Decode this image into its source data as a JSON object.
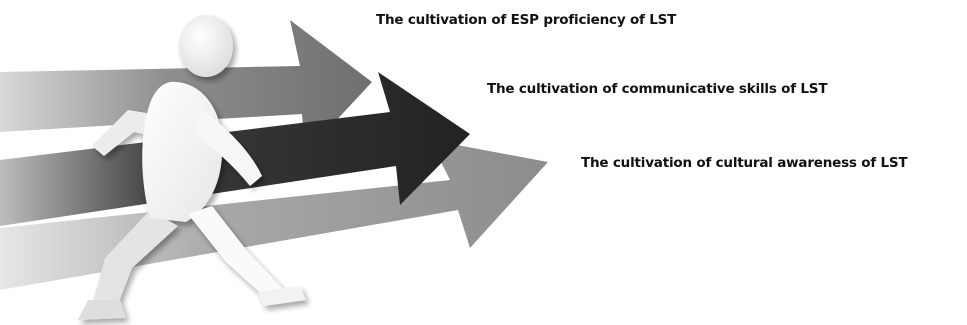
{
  "goals": {
    "item1": "The cultivation of ESP proficiency of LST",
    "item2": "The cultivation of communicative skills of LST",
    "item3": "The cultivation of cultural awareness of LST"
  },
  "colors": {
    "arrow_top": "#8a8a8a",
    "arrow_middle": "#2e2e2e",
    "arrow_bottom": "#9c9c9c",
    "figure": "#fbfbfb",
    "text": "#111111"
  },
  "icons": {
    "figure": "walking-person-icon",
    "arrows": "arrow-icon"
  }
}
